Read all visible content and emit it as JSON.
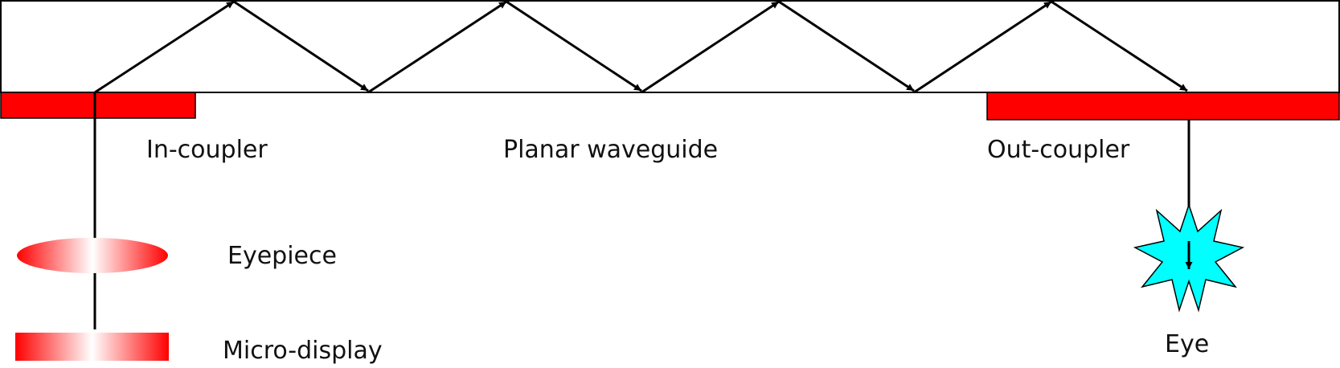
{
  "labels": {
    "in_coupler": "In-coupler",
    "planar_waveguide": "Planar waveguide",
    "out_coupler": "Out-coupler",
    "eyepiece": "Eyepiece",
    "micro_display": "Micro-display",
    "eye": "Eye"
  },
  "colors": {
    "coupler": "#ff0000",
    "eye": "#00ffff",
    "line": "#000000",
    "background": "#ffffff"
  },
  "icons": {
    "eye": "star-burst-icon"
  }
}
